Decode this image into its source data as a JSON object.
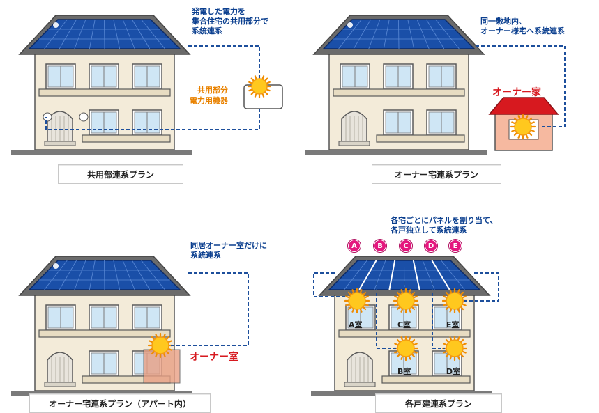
{
  "panels": [
    {
      "title": "共用部連系プラン",
      "note_lines": [
        "発電した電力を",
        "集合住宅の共用部分で",
        "系統連系"
      ],
      "device_lines": [
        "共用部分",
        "電力用機器"
      ]
    },
    {
      "title": "オーナー宅連系プラン",
      "note_lines": [
        "同一敷地内、",
        "オーナー様宅へ系統連系"
      ],
      "owner_house": "オーナー家"
    },
    {
      "title": "オーナー宅連系プラン（アパート内）",
      "note_lines": [
        "同居オーナー室だけに",
        "系統連系"
      ],
      "owner_room": "オーナー室"
    },
    {
      "title": "各戸建連系プラン",
      "note_lines": [
        "各宅ごとにパネルを割り当て、",
        "各戸独立して系統連系"
      ],
      "badges": [
        "A",
        "B",
        "C",
        "D",
        "E"
      ],
      "rooms": [
        "A室",
        "C室",
        "E室",
        "B室",
        "D室"
      ]
    }
  ],
  "colors": {
    "panel_blue": "#1a4fa8",
    "wire": "#1d4f9c",
    "wall": "#f3ebd9",
    "roof": "#6b6b6b",
    "sun": "#ffc81e",
    "owner_red": "#d7191f",
    "device_orange": "#e98200",
    "badge_pink": "#e4177e"
  }
}
